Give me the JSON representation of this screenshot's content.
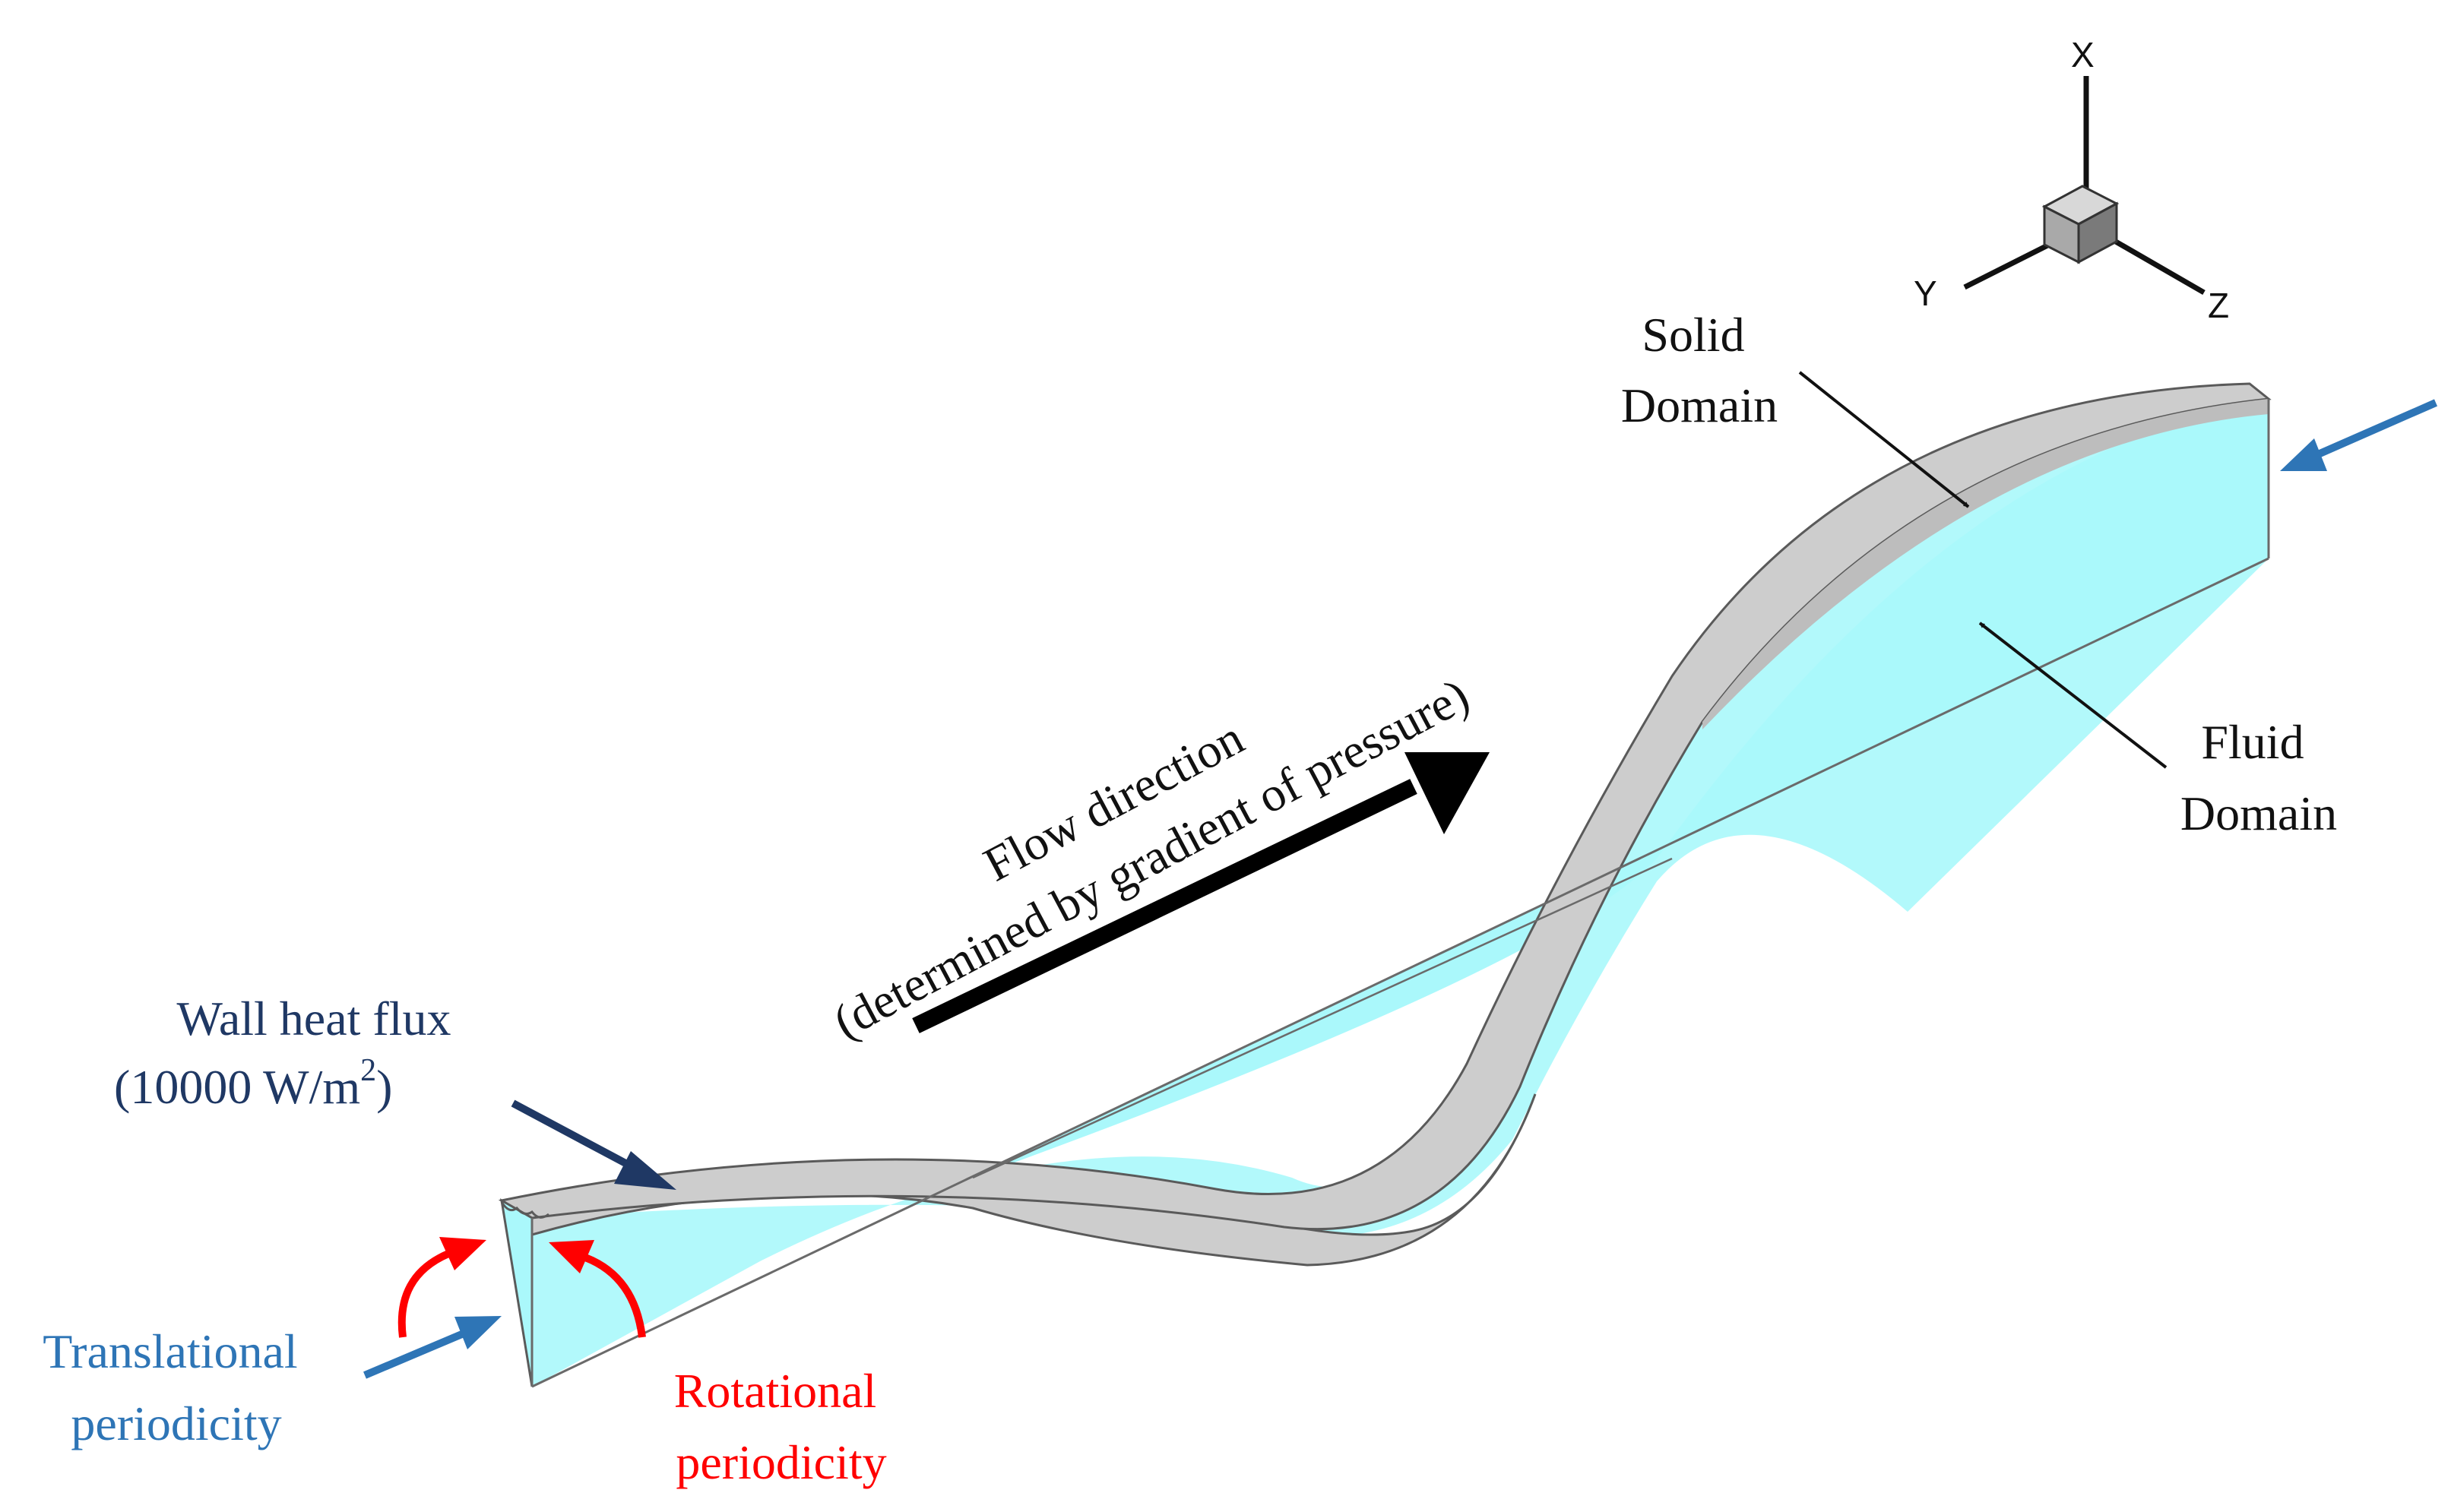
{
  "labels": {
    "solid_domain": [
      "Solid",
      "Domain"
    ],
    "fluid_domain": [
      "Fluid",
      "Domain"
    ],
    "flow_direction": [
      "Flow direction",
      "(determined by gradient of pressure)"
    ],
    "wall_heat_flux": [
      "Wall heat flux",
      "(10000 W/m",
      "2",
      ")"
    ],
    "translational_periodicity": [
      "Translational",
      "periodicity"
    ],
    "rotational_periodicity": [
      "Rotational",
      "periodicity"
    ]
  },
  "axes": {
    "x": "X",
    "y": "Y",
    "z": "Z"
  },
  "colors": {
    "fluid": "#aaf8fb",
    "solid": "#cdcdcd",
    "outline": "#5a5a5a",
    "navy": "#1f3864",
    "blue": "#2e75b6",
    "red": "#ff0000",
    "black": "#000000"
  }
}
